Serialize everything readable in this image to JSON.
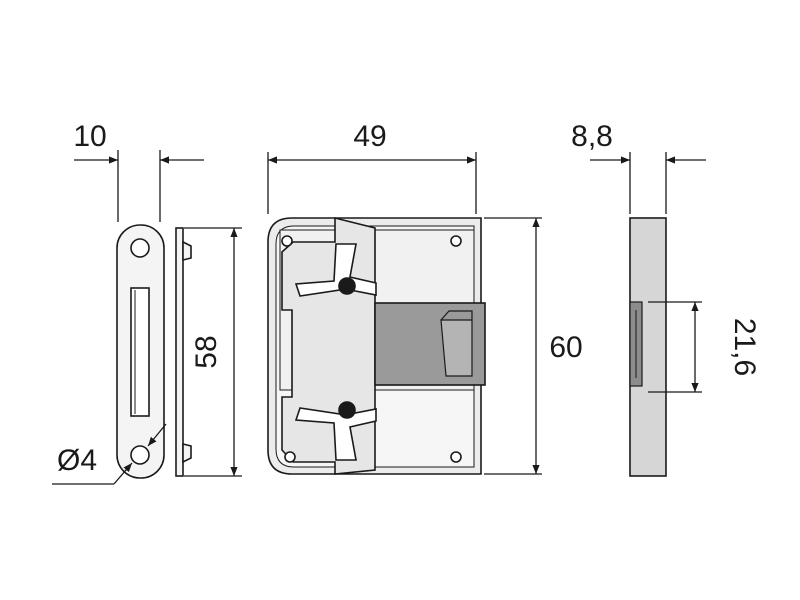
{
  "dimensions": {
    "strike_plate_width": "10",
    "strike_plate_height": "58",
    "hole_diameter": "Ø4",
    "lock_body_width": "49",
    "lock_body_height": "60",
    "side_thickness": "8,8",
    "bolt_height": "21,6"
  },
  "colors": {
    "line": "#1a1a1a",
    "plate_fill": "#f4f4f4",
    "body_fill": "#ececec",
    "bolt_fill": "#9a9a9a",
    "side_fill": "#d6d6d6",
    "bolt_profile_fill": "#8c8c8c"
  }
}
